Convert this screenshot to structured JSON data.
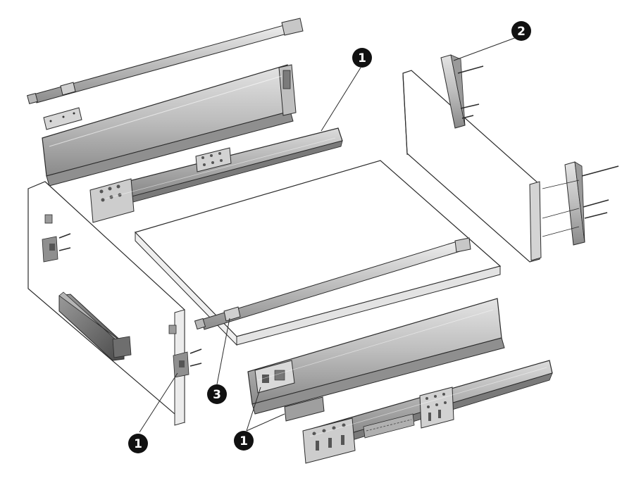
{
  "callouts": [
    {
      "id": "c1-top",
      "label": "1"
    },
    {
      "id": "c2-top",
      "label": "2"
    },
    {
      "id": "c3",
      "label": "3"
    },
    {
      "id": "c1-bottom-left",
      "label": "1"
    },
    {
      "id": "c1-bottom-mid",
      "label": "1"
    }
  ],
  "colors": {
    "metal_light": "#d9d9d9",
    "metal_mid": "#a9a9a9",
    "metal_dark": "#6f6f6f",
    "outline": "#2b2b2b",
    "panel": "#ffffff",
    "callout_bg": "#111111",
    "callout_fg": "#ffffff"
  }
}
